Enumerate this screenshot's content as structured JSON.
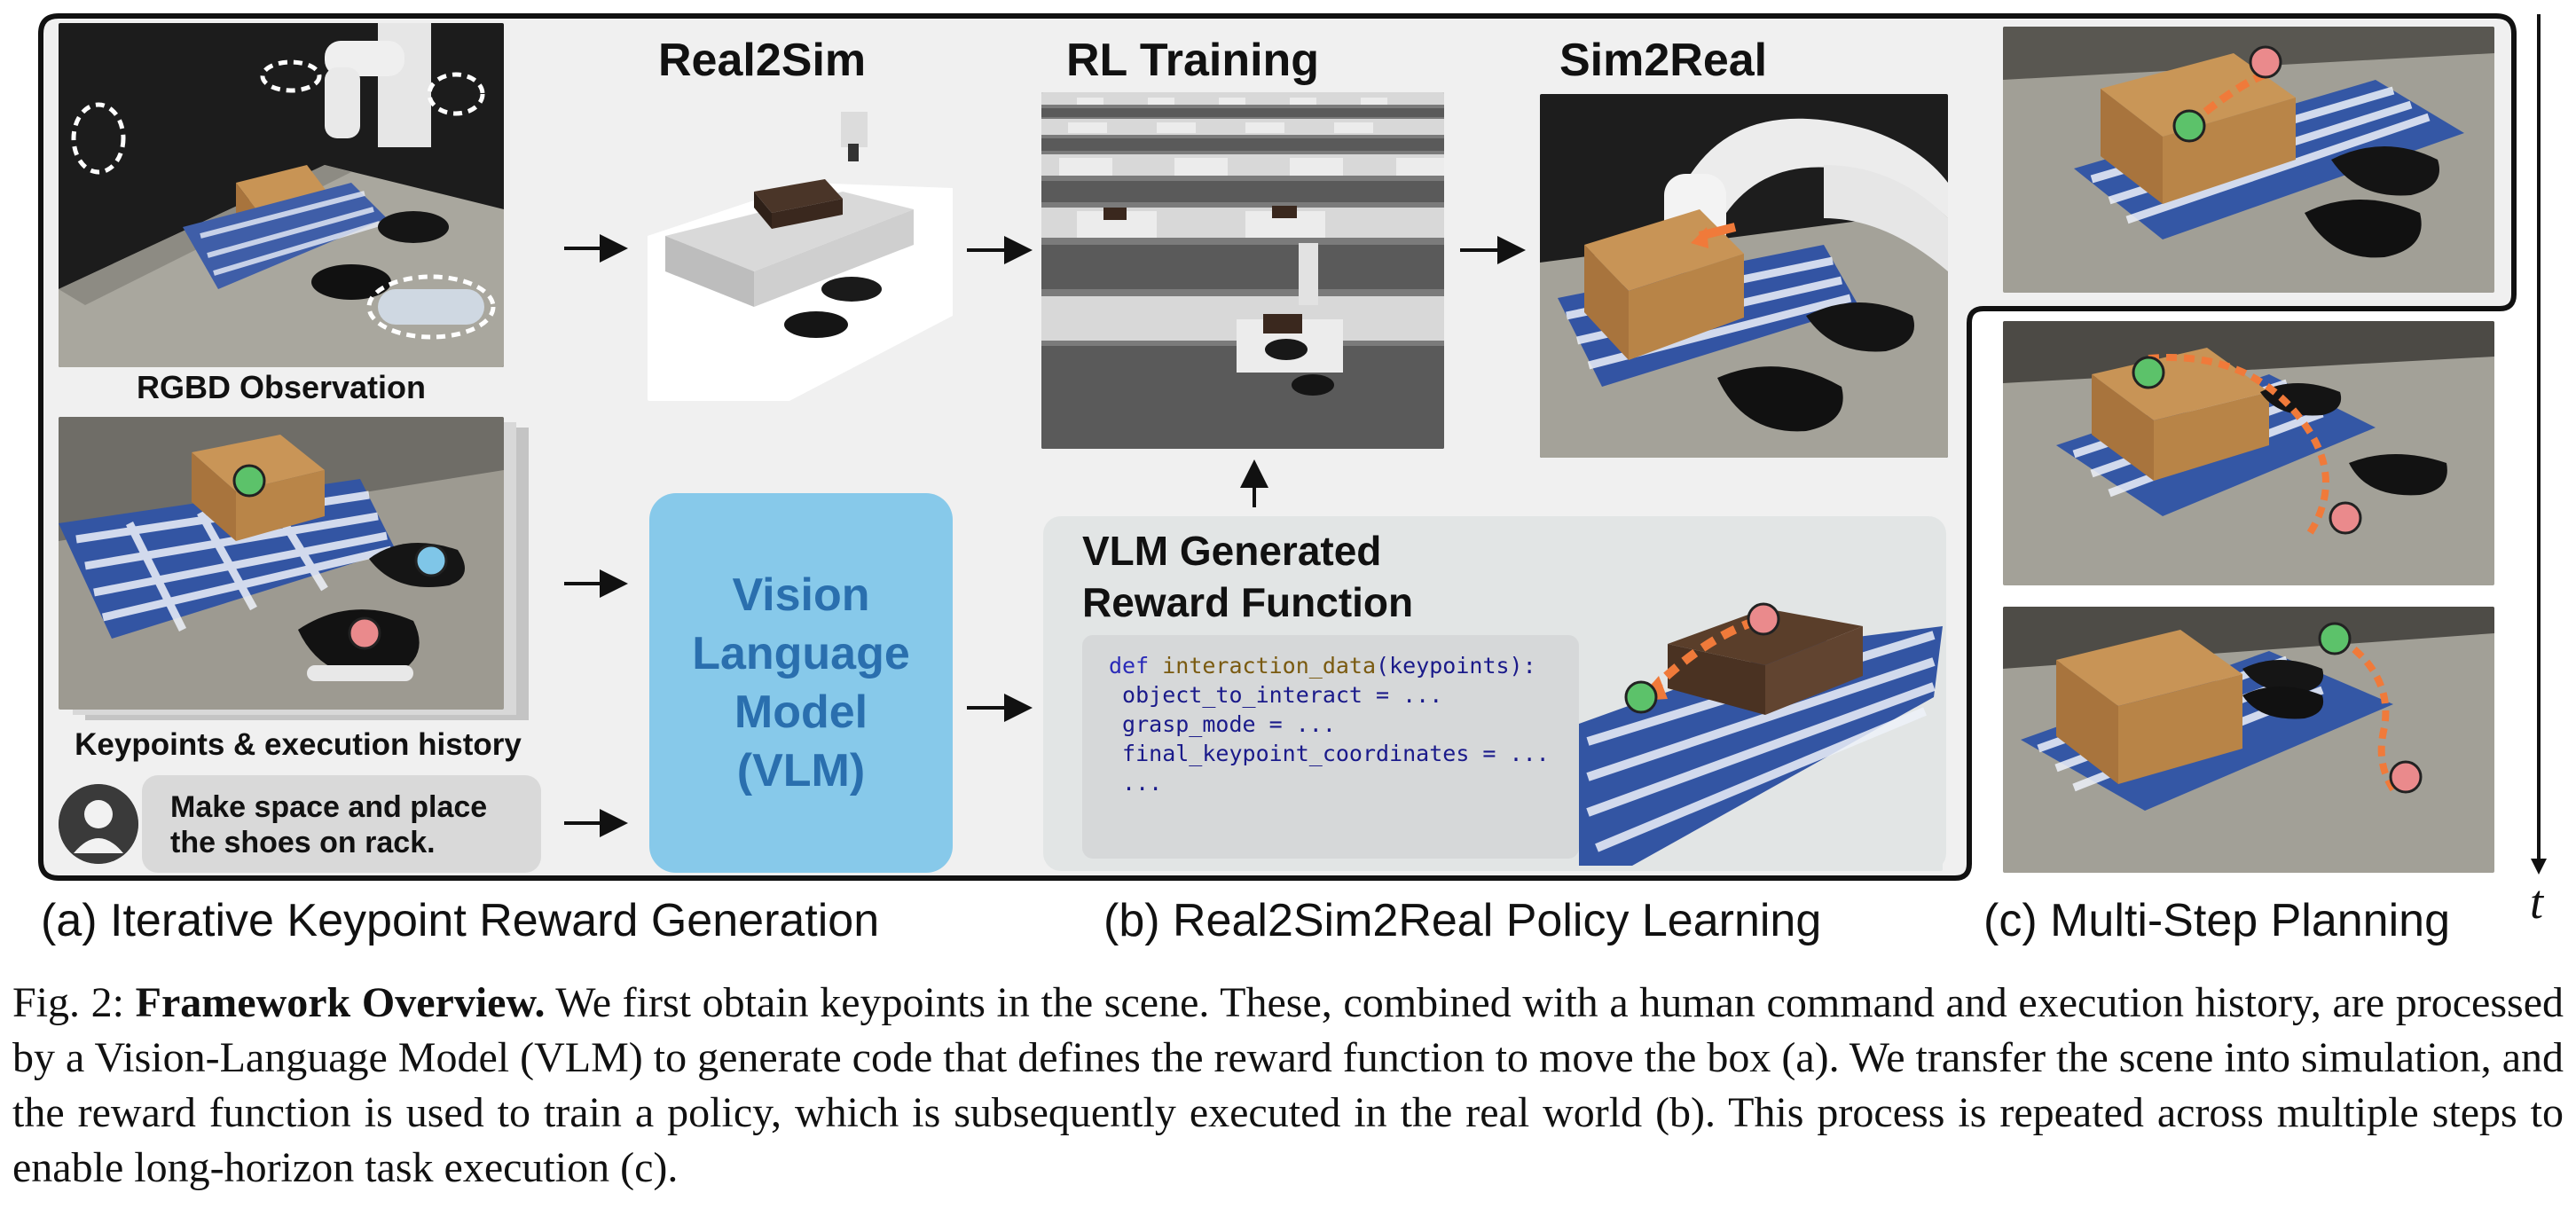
{
  "figure": {
    "stages": {
      "real2sim": "Real2Sim",
      "rl_training": "RL Training",
      "sim2real": "Sim2Real"
    },
    "labels": {
      "rgbd": "RGBD Observation",
      "keypoints": "Keypoints & execution history"
    },
    "command": "Make space and place the shoes on rack.",
    "vlm_box": {
      "line1": "Vision",
      "line2": "Language",
      "line3": "Model",
      "line4": "(VLM)"
    },
    "reward": {
      "title_line1": "VLM Generated",
      "title_line2": "Reward Function",
      "code": {
        "line1_kw": "def",
        "line1_fn": "interaction_data",
        "line1_rest": "(keypoints):",
        "line2": " object_to_interact = ...",
        "line3": " grasp_mode = ...",
        "line4": " final_keypoint_coordinates = ...",
        "line5": " ..."
      }
    },
    "subcaptions": {
      "a": "(a) Iterative Keypoint Reward Generation",
      "b": "(b) Real2Sim2Real Policy Learning",
      "c": "(c) Multi-Step Planning"
    },
    "time_axis": "t",
    "colors": {
      "vlm_box": "#87c9ea",
      "vlm_text": "#2a6fae",
      "keypoint_green": "#5cc26a",
      "keypoint_pink": "#ea8a8c",
      "keypoint_blue": "#7fc6e8",
      "trajectory_orange": "#f07a3a"
    }
  },
  "caption": {
    "fig_label": "Fig. 2:",
    "bold_title": "Framework Overview.",
    "text": "We first obtain keypoints in the scene. These, combined with a human command and execution history, are processed by a Vision-Language Model (VLM) to generate code that defines the reward function to move the box (a). We transfer the scene into simulation, and the reward function is used to train a policy, which is subsequently executed in the real world (b). This process is repeated across multiple steps to enable long-horizon task execution (c)."
  }
}
